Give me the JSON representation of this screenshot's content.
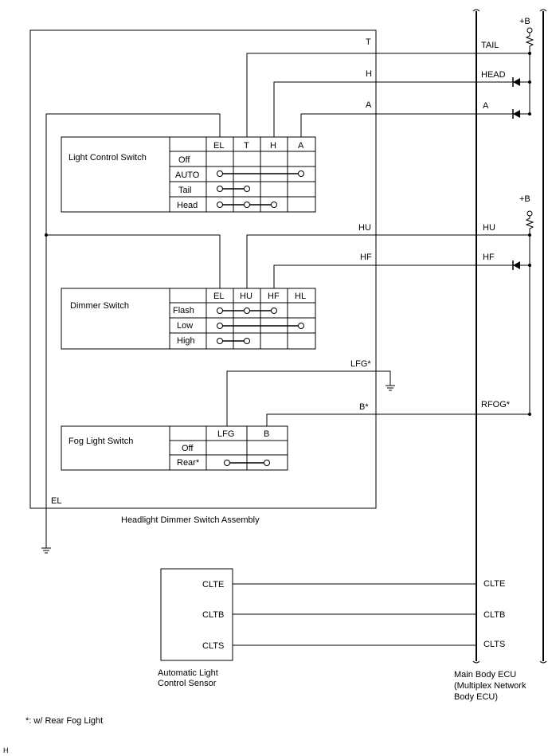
{
  "ecu": {
    "plus_b_1": "+B",
    "plus_b_2": "+B",
    "pins": {
      "tail": "TAIL",
      "head": "HEAD",
      "a": "A",
      "hu": "HU",
      "hf": "HF",
      "rfog": "RFOG*",
      "clte": "CLTE",
      "cltb": "CLTB",
      "clts": "CLTS"
    },
    "label_lines": [
      "Main Body ECU",
      "(Multiplex Network",
      "Body ECU)"
    ]
  },
  "assembly": {
    "label": "Headlight Dimmer Switch Assembly",
    "terminals": {
      "t": "T",
      "h": "H",
      "a": "A",
      "hu": "HU",
      "hf": "HF",
      "lfg": "LFG*",
      "b": "B*",
      "el": "EL"
    }
  },
  "light_control_switch": {
    "title": "Light Control Switch",
    "columns": [
      "EL",
      "T",
      "H",
      "A"
    ],
    "rows": [
      "Off",
      "AUTO",
      "Tail",
      "Head"
    ]
  },
  "dimmer_switch": {
    "title": "Dimmer Switch",
    "columns": [
      "EL",
      "HU",
      "HF",
      "HL"
    ],
    "rows": [
      "Flash",
      "Low",
      "High"
    ]
  },
  "fog_light_switch": {
    "title": "Fog Light Switch",
    "columns": [
      "LFG",
      "B"
    ],
    "rows": [
      "Off",
      "Rear*"
    ]
  },
  "sensor": {
    "pins": [
      "CLTE",
      "CLTB",
      "CLTS"
    ],
    "label_lines": [
      "Automatic Light",
      "Control Sensor"
    ]
  },
  "footnote": "*: w/ Rear Fog Light",
  "corner_mark": "H"
}
